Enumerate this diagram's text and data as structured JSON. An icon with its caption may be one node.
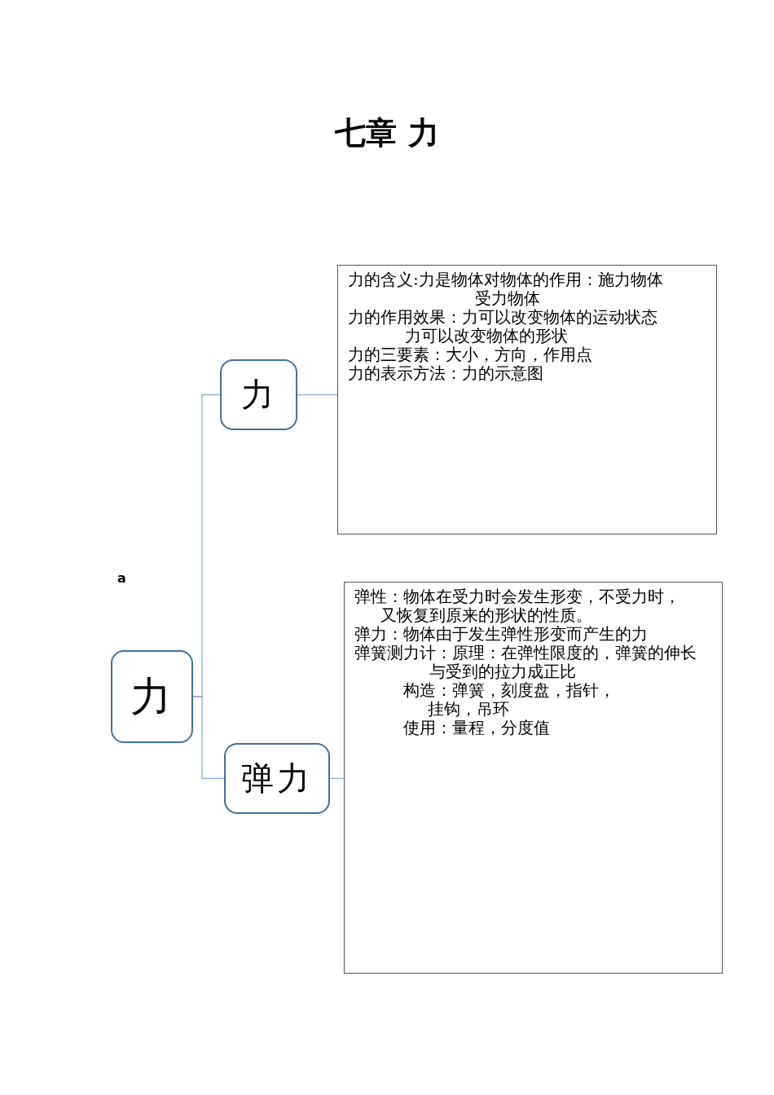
{
  "diagram": {
    "title": "七章 力",
    "nodes": [
      {
        "text": [
          "力"
        ]
      },
      {
        "text": [
          "力"
        ]
      },
      {
        "text": [
          "弹力"
        ]
      },
      {
        "text": [
          "力的含义:力是物体对物体的作用：施力物体",
          "受力物体",
          "力的作用效果：力可以改变物体的运动状态",
          "力可以改变物体的形状",
          "力的三要素：大小，方向，作用点",
          "力的表示方法：力的示意图"
        ]
      },
      {
        "text": [
          "弹性：物体在受力时会发生形变，不受力时，又恢复到原来的形状的性质。",
          "弹力：物体由于发生弹性形变而产生的力",
          "弹簧测力计：原理：在弹性限度的，弹簧的伸长与受到的拉力成正比",
          "构造：弹簧，刻度盘，指针，挂钩，吊环",
          "使用：量程，分度值"
        ]
      }
    ],
    "edges": [
      {
        "from": 0,
        "to": 1,
        "arrow": "none"
      },
      {
        "from": 0,
        "to": 2,
        "arrow": "none"
      },
      {
        "from": 1,
        "to": 3,
        "arrow": "none"
      },
      {
        "from": 2,
        "to": 4,
        "arrow": "none"
      }
    ],
    "labels": [
      "a"
    ]
  }
}
